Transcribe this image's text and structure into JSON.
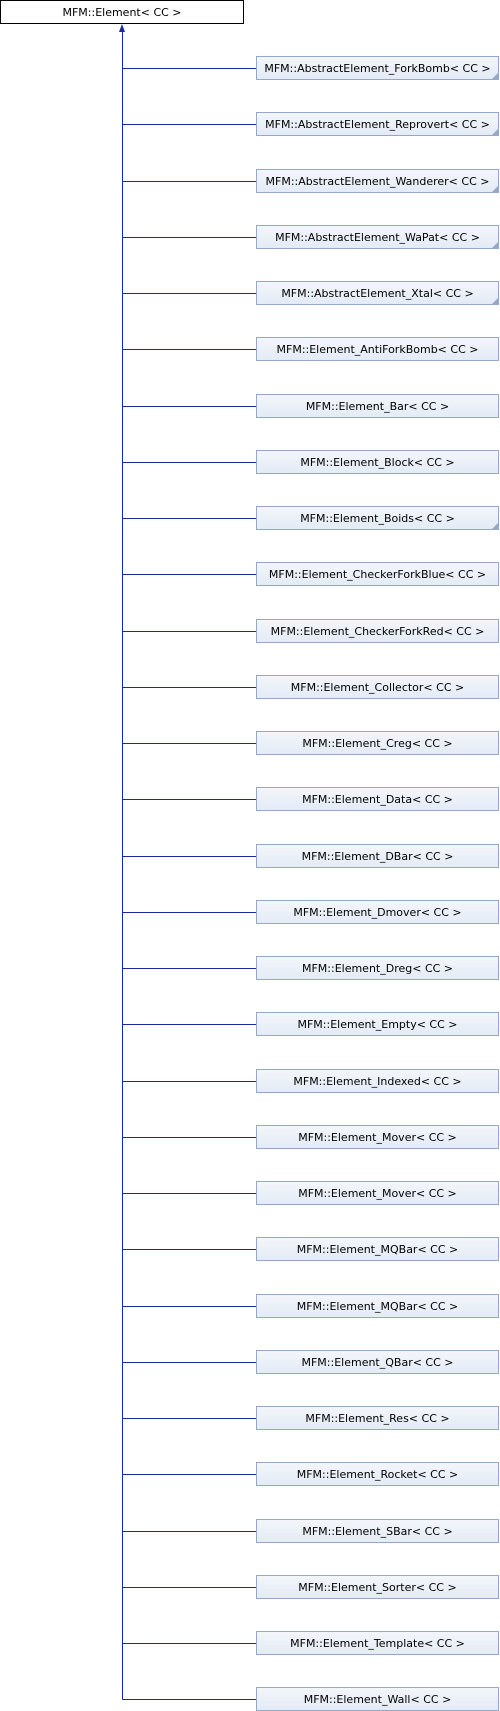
{
  "diagram": {
    "root": {
      "label": "MFM::Element< CC >"
    },
    "children": [
      {
        "label": "MFM::AbstractElement_ForkBomb< CC >",
        "has_more": true
      },
      {
        "label": "MFM::AbstractElement_Reprovert< CC >",
        "has_more": true
      },
      {
        "label": "MFM::AbstractElement_Wanderer< CC >",
        "has_more": true
      },
      {
        "label": "MFM::AbstractElement_WaPat< CC >",
        "has_more": true
      },
      {
        "label": "MFM::AbstractElement_Xtal< CC >",
        "has_more": true
      },
      {
        "label": "MFM::Element_AntiForkBomb< CC >",
        "has_more": false
      },
      {
        "label": "MFM::Element_Bar< CC >",
        "has_more": false
      },
      {
        "label": "MFM::Element_Block< CC >",
        "has_more": false
      },
      {
        "label": "MFM::Element_Boids< CC >",
        "has_more": true
      },
      {
        "label": "MFM::Element_CheckerForkBlue< CC >",
        "has_more": false
      },
      {
        "label": "MFM::Element_CheckerForkRed< CC >",
        "has_more": false
      },
      {
        "label": "MFM::Element_Collector< CC >",
        "has_more": false
      },
      {
        "label": "MFM::Element_Creg< CC >",
        "has_more": false
      },
      {
        "label": "MFM::Element_Data< CC >",
        "has_more": false
      },
      {
        "label": "MFM::Element_DBar< CC >",
        "has_more": false
      },
      {
        "label": "MFM::Element_Dmover< CC >",
        "has_more": false
      },
      {
        "label": "MFM::Element_Dreg< CC >",
        "has_more": false
      },
      {
        "label": "MFM::Element_Empty< CC >",
        "has_more": false
      },
      {
        "label": "MFM::Element_Indexed< CC >",
        "has_more": false
      },
      {
        "label": "MFM::Element_Mover< CC >",
        "has_more": false
      },
      {
        "label": "MFM::Element_Mover< CC >",
        "has_more": false
      },
      {
        "label": "MFM::Element_MQBar< CC >",
        "has_more": false
      },
      {
        "label": "MFM::Element_MQBar< CC >",
        "has_more": false
      },
      {
        "label": "MFM::Element_QBar< CC >",
        "has_more": false
      },
      {
        "label": "MFM::Element_Res< CC >",
        "has_more": false
      },
      {
        "label": "MFM::Element_Rocket< CC >",
        "has_more": false
      },
      {
        "label": "MFM::Element_SBar< CC >",
        "has_more": false
      },
      {
        "label": "MFM::Element_Sorter< CC >",
        "has_more": false
      },
      {
        "label": "MFM::Element_Template< CC >",
        "has_more": false
      },
      {
        "label": "MFM::Element_Wall< CC >",
        "has_more": false
      }
    ],
    "colors": {
      "connector": "#1a2a9c",
      "child_border": "#94a8c9",
      "child_fill": "#e4ebf5",
      "root_border": "#000000"
    }
  }
}
